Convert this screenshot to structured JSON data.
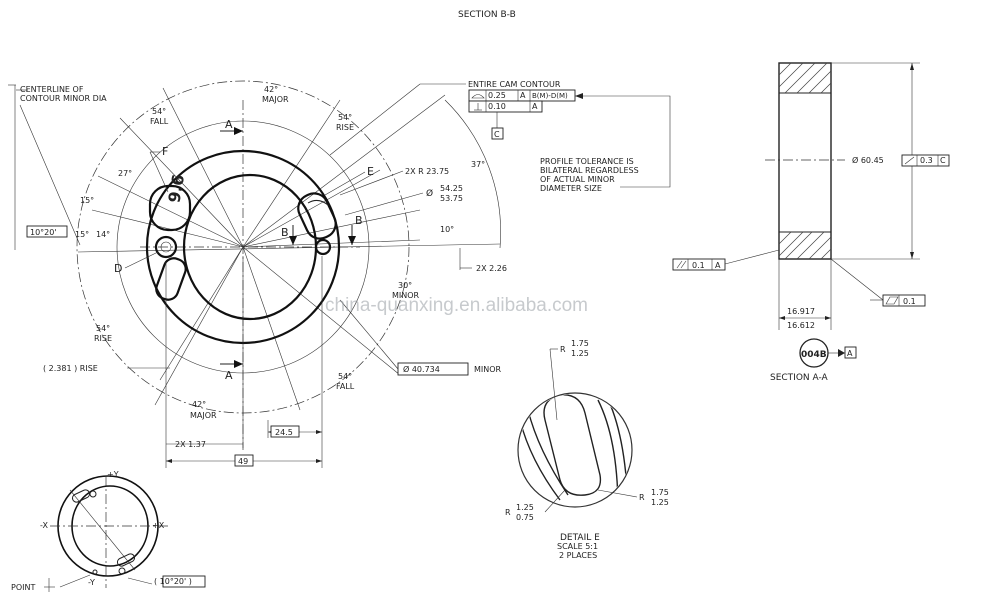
{
  "sheet": {
    "section_bb_title": "SECTION B-B",
    "section_aa_title": "SECTION A-A",
    "watermark": "china-quanxing.en.alibaba.com"
  },
  "main_view": {
    "centerline_note_1": "CENTERLINE OF",
    "centerline_note_2": "CONTOUR MINOR DIA",
    "angle_42_major_top": "42°",
    "major_top": "MAJOR",
    "angle_54_fall": "54°",
    "fall_label": "FALL",
    "angle_54_rise_top": "54°",
    "rise_top": "RISE",
    "angle_27": "27°",
    "angle_15_a": "15°",
    "angle_15_b": "15°",
    "angle_14": "14°",
    "angle_10_20": "10°20'",
    "label_f": "F",
    "label_d": "D",
    "label_e": "E",
    "section_a_top": "A",
    "section_a_bottom": "A",
    "section_b_left": "B",
    "section_b_right": "B",
    "pin_mark": "9.6",
    "radius_note": "2X R 23.75",
    "dia_symbol": "Ø",
    "dia_upper": "54.25",
    "dia_lower": "53.75",
    "angle_37": "37°",
    "angle_10": "10°",
    "dim_2x_226": "2X 2.26",
    "angle_30": "30°",
    "minor_30": "MINOR",
    "angle_54_rise_left": "54°",
    "rise_left": "RISE",
    "rise_2381": "( 2.381 ) RISE",
    "angle_54_fall_bottom": "54°",
    "fall_bottom": "FALL",
    "angle_42_major_bottom": "42°",
    "major_bottom": "MAJOR",
    "minor_dia_box": "Ø 40.734",
    "minor_dia_text": "MINOR",
    "dim_2x_137": "2X 1.37",
    "dim_245": "24.5",
    "dim_49": "49"
  },
  "fcf": {
    "entire_cam_contour": "ENTIRE CAM CONTOUR",
    "row1_tol": "0.25",
    "row1_ref1": "A",
    "row1_ref2": "B(M)-D(M)",
    "row2_tol": "0.10",
    "row2_ref": "A",
    "datum_c": "C",
    "note_line1": "PROFILE TOLERANCE IS",
    "note_line2": "BILATERAL REGARDLESS",
    "note_line3": "OF ACTUAL MINOR",
    "note_line4": "DIAMETER SIZE"
  },
  "section_aa": {
    "dia_label": "Ø 60.45",
    "runout_tol": "0.3",
    "runout_ref": "C",
    "parallel_tol": "0.1",
    "parallel_ref": "A",
    "flat_tol": "0.1",
    "thk_upper": "16.917",
    "thk_lower": "16.612",
    "detail_tag": "004B",
    "datum_a": "A"
  },
  "detail_e": {
    "r_top_label": "R",
    "r_top_upper": "1.75",
    "r_top_lower": "1.25",
    "r_right_label": "R",
    "r_right_upper": "1.75",
    "r_right_lower": "1.25",
    "r_left_label": "R",
    "r_left_upper": "1.25",
    "r_left_lower": "0.75",
    "title": "DETAIL E",
    "scale": "SCALE 5:1",
    "places": "2 PLACES"
  },
  "small_view": {
    "plus_y": "+Y",
    "minus_y": "-Y",
    "minus_x": "-X",
    "plus_x": "+X",
    "point_label": "POINT",
    "angle_ref": "( 10°20' )"
  }
}
